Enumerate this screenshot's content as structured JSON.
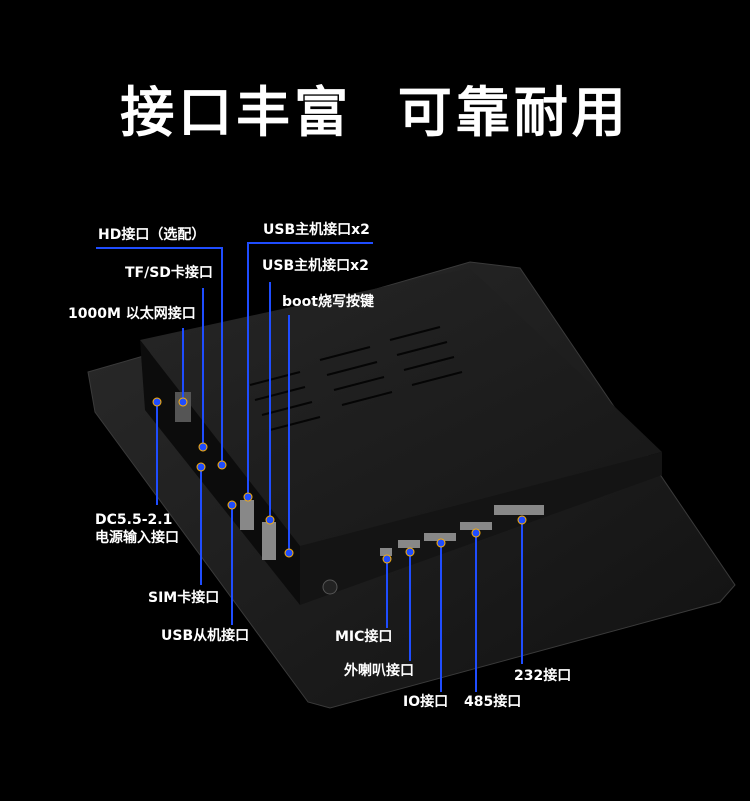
{
  "title": "接口丰富  可靠耐用",
  "accent_color": "#1f4dff",
  "labels": {
    "hd": "HD接口（选配）",
    "tf_sd": "TF/SD卡接口",
    "ethernet": "1000M 以太网接口",
    "usb_host_1": "USB主机接口x2",
    "usb_host_2": "USB主机接口x2",
    "boot": "boot烧写按键",
    "dc_line1": "DC5.5-2.1",
    "dc_line2": "电源输入接口",
    "sim": "SIM卡接口",
    "usb_slave": "USB从机接口",
    "mic": "MIC接口",
    "speaker": "外喇叭接口",
    "io": "IO接口",
    "rs485": "485接口",
    "rs232": "232接口"
  }
}
